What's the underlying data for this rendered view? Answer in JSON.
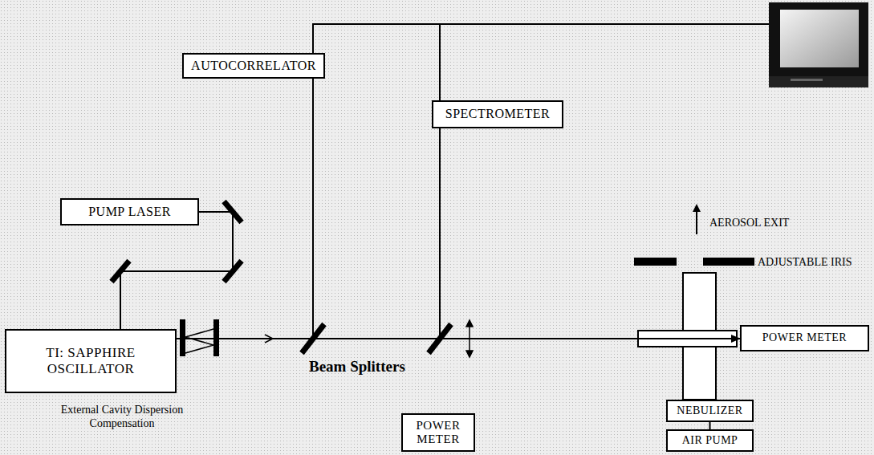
{
  "diagram": {
    "nodes": [
      {
        "text": [
          "PUMP LASER"
        ]
      },
      {
        "text": [
          "TI: SAPPHIRE OSCILLATOR"
        ]
      },
      {
        "text": [
          "AUTOCORRELATOR"
        ]
      },
      {
        "text": [
          "SPECTROMETER"
        ]
      },
      {
        "text": [
          "POWER METER"
        ]
      },
      {
        "text": [
          "NEBULIZER"
        ]
      },
      {
        "text": [
          "AIR PUMP"
        ]
      },
      {
        "text": [
          "POWER METER"
        ]
      }
    ],
    "edges": [
      {
        "from": 0,
        "to": 1,
        "arrow": "none"
      },
      {
        "from": 1,
        "to": 2,
        "arrow": "none"
      },
      {
        "from": 1,
        "to": 3,
        "arrow": "none"
      },
      {
        "from": 1,
        "to": 7,
        "arrow": "to"
      },
      {
        "from": 5,
        "to": 6,
        "arrow": "none"
      }
    ],
    "labels": [
      "External Cavity Dispersion Compensation",
      "Beam Splitters",
      "AEROSOL EXIT",
      "ADJUSTABLE IRIS"
    ]
  }
}
